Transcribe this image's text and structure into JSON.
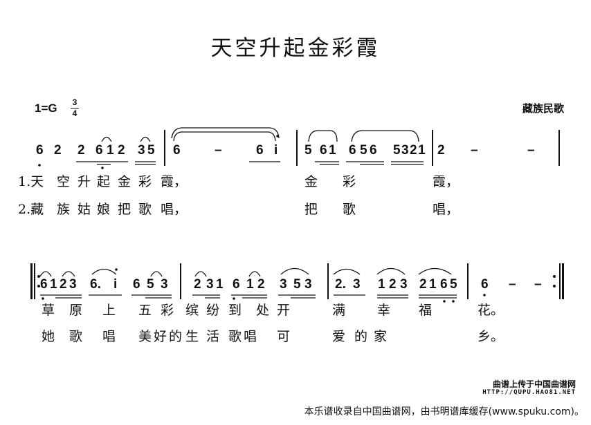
{
  "title": "天空升起金彩霞",
  "key": "1=G",
  "time_signature": {
    "top": "3",
    "bottom": "4"
  },
  "source": "藏族民歌",
  "system1": {
    "notes": [
      {
        "t": "6"
      },
      {
        "t": "2"
      },
      {
        "t": "2"
      },
      {
        "t": "6"
      },
      {
        "t": "1"
      },
      {
        "t": "2"
      },
      {
        "t": "3"
      },
      {
        "t": "5"
      },
      {
        "t": "6"
      },
      {
        "t": "–"
      },
      {
        "t": "6"
      },
      {
        "t": "i"
      },
      {
        "t": "5"
      },
      {
        "t": "6"
      },
      {
        "t": "1"
      },
      {
        "t": "6"
      },
      {
        "t": "5"
      },
      {
        "t": "6"
      },
      {
        "t": "5"
      },
      {
        "t": "3"
      },
      {
        "t": "2"
      },
      {
        "t": "1"
      },
      {
        "t": "2"
      },
      {
        "t": "–"
      },
      {
        "t": "–"
      }
    ],
    "lyrics1": [
      "1.天",
      "空",
      "升",
      "起",
      "金",
      "彩",
      "霞，",
      "金",
      "彩",
      "霞，"
    ],
    "lyrics2": [
      "2.藏",
      "族",
      "姑",
      "娘",
      "把",
      "歌",
      "唱，",
      "把",
      "歌",
      "唱，"
    ]
  },
  "system2": {
    "notes": [
      {
        "t": "6"
      },
      {
        "t": "1"
      },
      {
        "t": "2"
      },
      {
        "t": "3"
      },
      {
        "t": "6."
      },
      {
        "t": "i"
      },
      {
        "t": "6"
      },
      {
        "t": "5"
      },
      {
        "t": "3"
      },
      {
        "t": "2"
      },
      {
        "t": "3"
      },
      {
        "t": "1"
      },
      {
        "t": "6"
      },
      {
        "t": "1"
      },
      {
        "t": "2"
      },
      {
        "t": "3"
      },
      {
        "t": "5"
      },
      {
        "t": "3"
      },
      {
        "t": "2."
      },
      {
        "t": "3"
      },
      {
        "t": "1"
      },
      {
        "t": "2"
      },
      {
        "t": "3"
      },
      {
        "t": "2"
      },
      {
        "t": "1"
      },
      {
        "t": "6"
      },
      {
        "t": "5"
      },
      {
        "t": "6"
      },
      {
        "t": "–"
      },
      {
        "t": "–"
      }
    ],
    "lyrics1": [
      "草",
      "原",
      "上",
      "五",
      "彩",
      "缤",
      "纷",
      "到",
      "处",
      "开",
      "满",
      "幸",
      "福",
      "花。"
    ],
    "lyrics2": [
      "她",
      "歌",
      "唱",
      "美",
      "好",
      "的",
      "生",
      "活",
      "歌",
      "唱",
      "可",
      "爱",
      "的",
      "家",
      "乡。"
    ]
  },
  "watermark": {
    "line1": "曲谱上传于中国曲谱网",
    "line2": "HTTP://QUPU.HAO81.NET"
  },
  "footer": "本乐谱收录自中国曲谱网，由书明谱库缓存(www.spuku.com)。"
}
